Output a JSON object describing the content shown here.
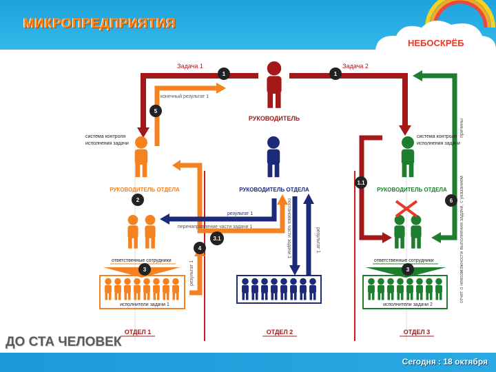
{
  "header": {
    "title": "МИКРОПРЕДПРИЯТИЯ",
    "brand": "НЕБОСКРЁБ"
  },
  "diagram": {
    "task1": "Задача 1",
    "task2": "Задача 2",
    "final_result": "конечный результат 1",
    "head": "РУКОВОДИТЕЛЬ",
    "control1": "система контроля",
    "control2": "исполнения задачи",
    "dept_head": "РУКОВОДИТЕЛЬ ОТДЕЛА",
    "result1": "результат 1",
    "redirect": "перенаправление части задачи 1",
    "setting": "постановка части задачи 1",
    "responsible": "ответственные сотрудники",
    "executors1": "исполнители задачи 1",
    "executors2": "исполнители задачи 2",
    "dept1": "ОТДЕЛ 1",
    "dept2": "ОТДЕЛ 2",
    "dept3": "ОТДЕЛ 3",
    "report": "отчет о невозможности выполнения задачи, с указанием",
    "reasons": "причины",
    "n1": "1",
    "n2": "2",
    "n3": "3",
    "n31": "3.1",
    "n4": "4",
    "n5": "5",
    "n6": "6",
    "n11": "1.1"
  },
  "footer": {
    "headline": "ДО СТА ЧЕЛОВЕК",
    "date": "Сегодня : 18 октября"
  },
  "colors": {
    "red": "#a31818",
    "orange": "#f58220",
    "navy": "#1c2a78",
    "green": "#1e7d2e",
    "header": "#1fa3dd"
  }
}
